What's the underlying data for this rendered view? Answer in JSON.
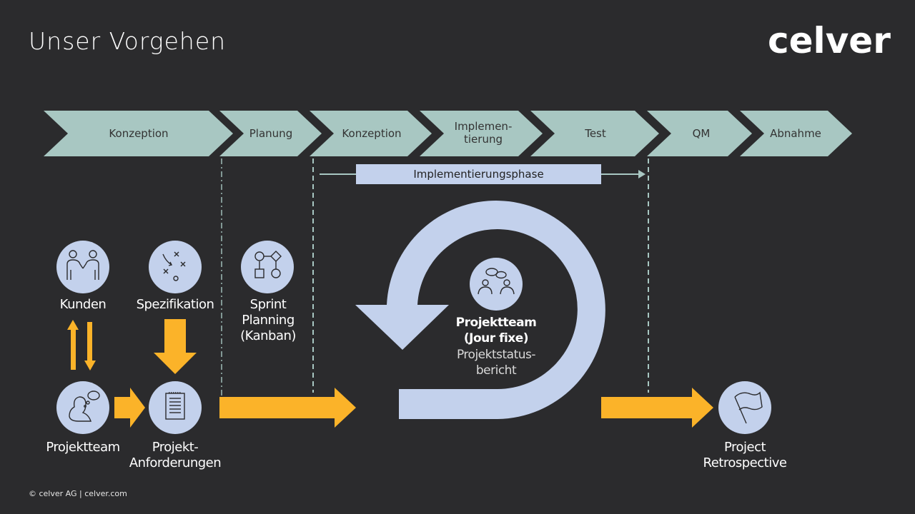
{
  "title": "Unser Vorgehen",
  "logo": "celver",
  "footer": "© celver AG | celver.com",
  "phases": [
    "Konzeption",
    "Planung",
    "Konzeption",
    "Implemen-\ntierung",
    "Test",
    "QM",
    "Abnahme"
  ],
  "phase_bar": "Implementierungsphase",
  "nodes": {
    "kunden": "Kunden",
    "spezifikation": "Spezifikation",
    "sprint": "Sprint\nPlanning\n(Kanban)",
    "projektteam": "Projektteam",
    "anforderungen": "Projekt-\nAnforderungen",
    "jourfixe": "Projektteam\n(Jour fixe)",
    "statusbericht": "Projektstatus-\nbericht",
    "retro": "Project\nRetrospective"
  },
  "colors": {
    "background": "#2b2b2d",
    "chevron": "#a8c7c2",
    "circle": "#c3d1ec",
    "arrow": "#fbb329",
    "dash": "#a8c7c2"
  }
}
